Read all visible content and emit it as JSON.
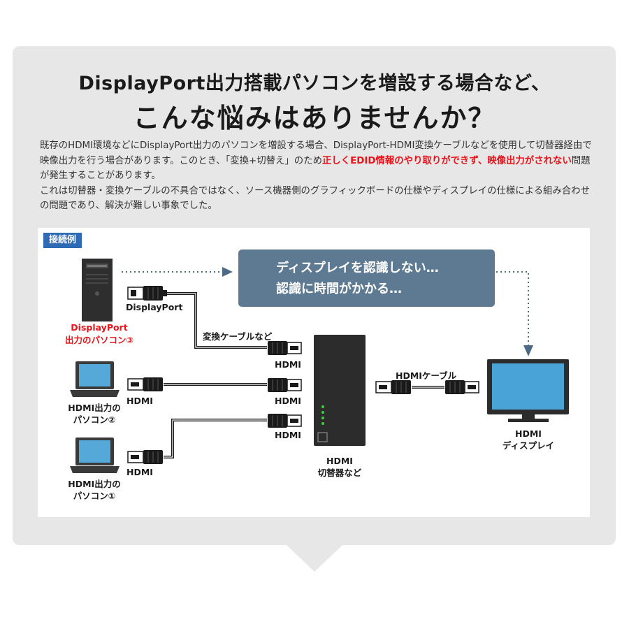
{
  "heading": {
    "line1": "DisplayPort出力搭載パソコンを増設する場合など、",
    "line2": "こんな悩みはありませんか？"
  },
  "description": {
    "p1_before": "既存のHDMI環境などにDisplayPort出力のパソコンを増設する場合、DisplayPort-HDMI変換ケーブルなどを使用して切替器経由で映像出力を行う場合があります。このとき、「変換+切替え」のため",
    "p1_highlight": "正しくEDID情報のやり取りができず、映像出力がされない",
    "p1_after": "問題が発生することがあります。",
    "p2": "これは切替器・変換ケーブルの不具合ではなく、ソース機器側のグラフィックボードの仕様やディスプレイの仕様による組み合わせの問題であり、解決が難しい事象でした。"
  },
  "diagram": {
    "badge": "接続例",
    "callout": {
      "line1": "ディスプレイを認識しない…",
      "line2": "認識に時間がかかる…"
    },
    "pc3": {
      "port_label": "DisplayPort",
      "name_line1": "DisplayPort",
      "name_line2": "出力のパソコン③"
    },
    "converter_label": "変換ケーブルなど",
    "pc2": {
      "name_line1": "HDMI出力の",
      "name_line2": "パソコン②"
    },
    "pc1": {
      "name_line1": "HDMI出力の",
      "name_line2": "パソコン①"
    },
    "hdmi": "HDMI",
    "switcher": {
      "line1": "HDMI",
      "line2": "切替器など"
    },
    "cable_label": "HDMIケーブル",
    "display": {
      "line1": "HDMI",
      "line2": "ディスプレイ"
    },
    "colors": {
      "accent_red": "#e8141b",
      "badge_blue": "#2f6bb5",
      "callout_slate": "#5d7a92",
      "arrow_blue": "#4a6a86"
    }
  }
}
